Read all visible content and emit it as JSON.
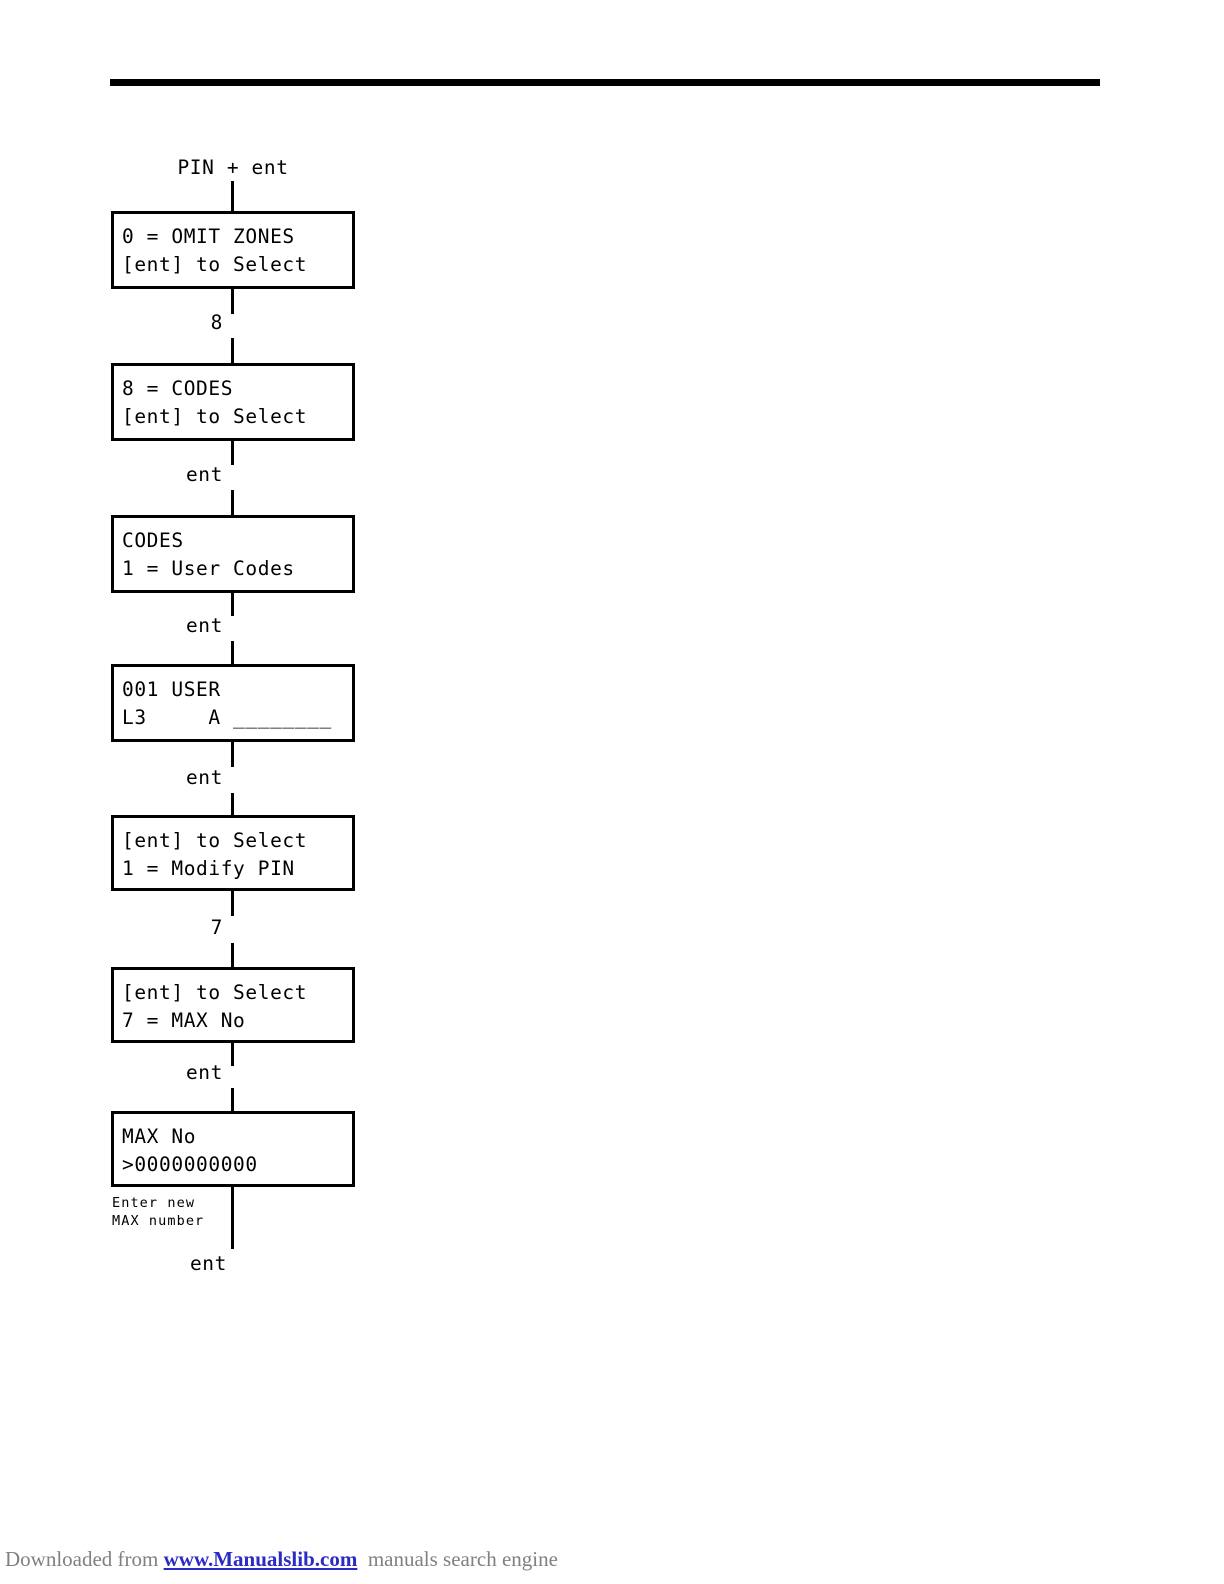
{
  "page": {
    "header_rule": true,
    "entry_label": "PIN + ent"
  },
  "flow": {
    "steps": [
      {
        "id": "omit-zones",
        "line1": "0 = OMIT ZONES",
        "line2": "[ent] to Select",
        "transition_out": "8"
      },
      {
        "id": "codes-menu",
        "line1": "8 = CODES",
        "line2": "[ent] to Select",
        "transition_out": "ent"
      },
      {
        "id": "codes-user-codes",
        "line1": "CODES",
        "line2": "1 = User Codes",
        "transition_out": "ent"
      },
      {
        "id": "user-001",
        "line1": "001 USER",
        "line2": "L3     A ________",
        "transition_out": "ent"
      },
      {
        "id": "modify-pin",
        "line1": "[ent] to Select",
        "line2": "1 = Modify PIN",
        "transition_out": "7"
      },
      {
        "id": "max-no-select",
        "line1": "[ent] to Select",
        "line2": "7 = MAX No",
        "transition_out": "ent"
      },
      {
        "id": "max-no-entry",
        "line1": "MAX No",
        "line2": ">0000000000",
        "transition_out": "ent"
      }
    ],
    "annotation": {
      "line1": "Enter new",
      "line2": "MAX number"
    }
  },
  "footer": {
    "prefix": "Downloaded from ",
    "link": "www.Manualslib.com",
    "suffix": "  manuals search engine"
  },
  "colors": {
    "ink": "#000000",
    "paper": "#ffffff",
    "footer_text": "#808080",
    "footer_link": "#2b2bc4"
  }
}
